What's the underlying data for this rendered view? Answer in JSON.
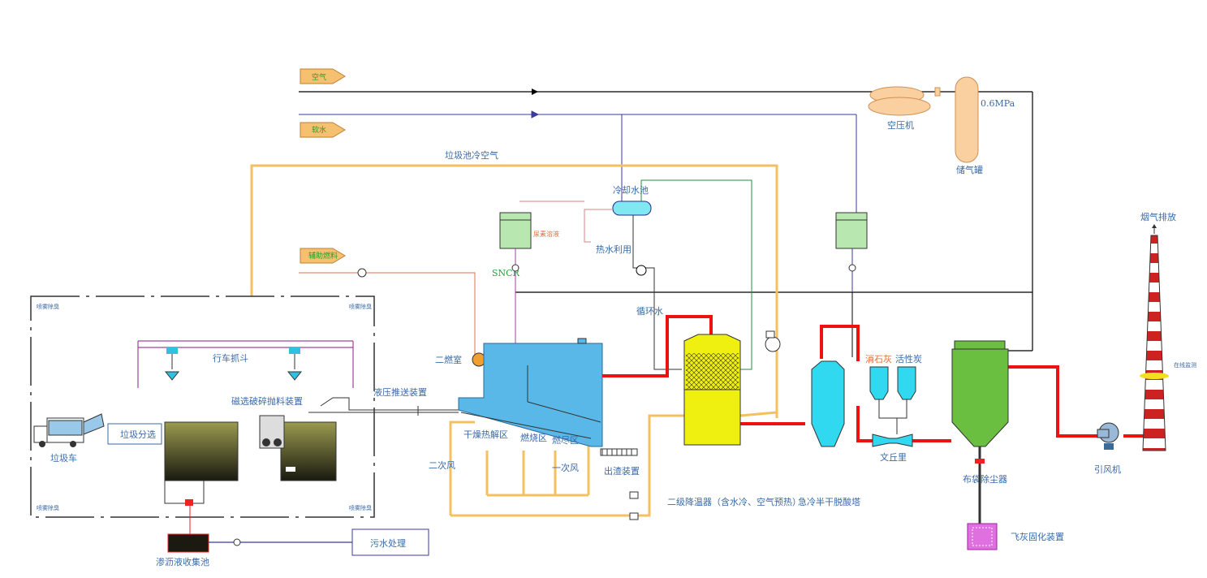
{
  "inputs": {
    "air": "空气",
    "water": "软水",
    "aux_fuel": "辅助燃料"
  },
  "labels": {
    "pit_cold_air": "垃圾池冷空气",
    "compressor": "空压机",
    "pressure": "0.6MPa",
    "air_tank": "储气罐",
    "cooling_pool": "冷却水池",
    "hot_water": "热水利用",
    "urea": "尿素溶液",
    "sncr": "SNCR",
    "circulating_water": "循环水",
    "flue_exhaust": "烟气排放",
    "online_monitor": "在线监测",
    "crane_grab": "行车抓斗",
    "magnetic_crusher": "磁选破碎抛料装置",
    "hydraulic_pusher": "液压推送装置",
    "second_chamber": "二燃室",
    "lime": "消石灰",
    "activated_carbon": "活性炭",
    "garbage_truck": "垃圾车",
    "garbage_sorting": "垃圾分选",
    "dry_pyrolysis": "干燥热解区",
    "combustion": "燃烧区",
    "burnout": "燃尽区",
    "secondary_air": "二次风",
    "primary_air": "一次风",
    "slag_out": "出渣装置",
    "secondary_cooler": "二级降温器（含水冷、空气预热）",
    "quench_tower": "急冷半干脱酸塔",
    "venturi": "文丘里",
    "bag_filter": "布袋除尘器",
    "id_fan": "引风机",
    "fly_ash": "飞灰固化装置",
    "leachate_pool": "渗沥液收集池",
    "sewage": "污水处理",
    "spray_deodor_1": "喷雾除臭",
    "spray_deodor_2": "喷雾除臭",
    "spray_deodor_3": "喷雾除臭",
    "spray_deodor_4": "喷雾除臭"
  },
  "colors": {
    "flue": "#ee1111",
    "air_line": "#f5c060",
    "water_line": "#3a3aa0",
    "label": "#3a6aa8",
    "furnace": "#5ab8e8",
    "cooler": "#f0f010",
    "bag": "#6abf40",
    "quench": "#30d8f0"
  }
}
